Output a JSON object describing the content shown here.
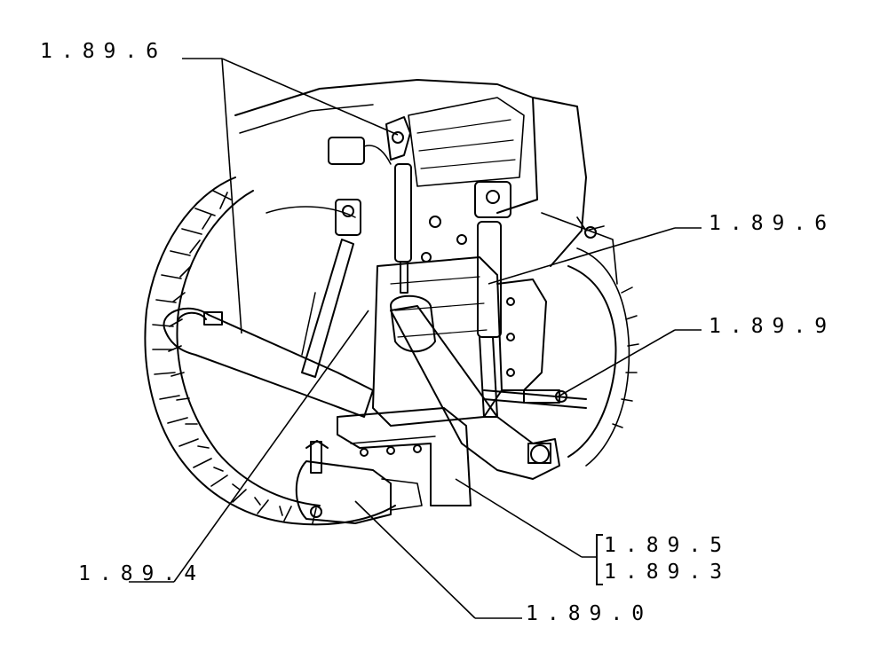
{
  "callouts": {
    "top_left": "1.89.6",
    "right_upper": "1.89.6",
    "right_middle": "1.89.9",
    "bracket_first": "1.89.5",
    "bracket_second": "1.89.3",
    "bottom_left": "1.89.4",
    "bottom_center": "1.89.0"
  },
  "colors": {
    "ink": "#000000",
    "background": "#ffffff"
  },
  "illustration": "tractor-rear-three-point-hitch-drawing"
}
